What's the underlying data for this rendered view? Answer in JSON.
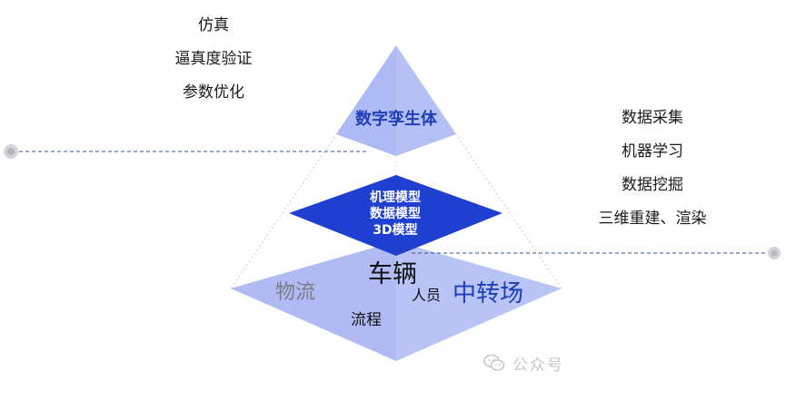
{
  "diagram": {
    "left_list": [
      "仿真",
      "逼真度验证",
      "参数优化"
    ],
    "right_list": [
      "数据采集",
      "机器学习",
      "数据挖掘",
      "三维重建、渲染"
    ],
    "top_layer": "数字孪生体",
    "middle_layer": [
      "机理模型",
      "数据模型",
      "3D模型"
    ],
    "base_layer": {
      "wuliu": "物流",
      "cheliang": "车辆",
      "renyuan": "人员",
      "zhuanchang": "中转场",
      "liucheng": "流程"
    },
    "colors": {
      "top_fill": "#b5c1f5",
      "middle_fill": "#1f3fd0",
      "base_fill": "#b8c3f6",
      "accent_text": "#1f3fb8",
      "dashed_line": "#3c4f8f",
      "marker_dot": "#c9c9cf"
    }
  },
  "watermark": {
    "icon": "wechat-icon",
    "text": "公众号"
  }
}
